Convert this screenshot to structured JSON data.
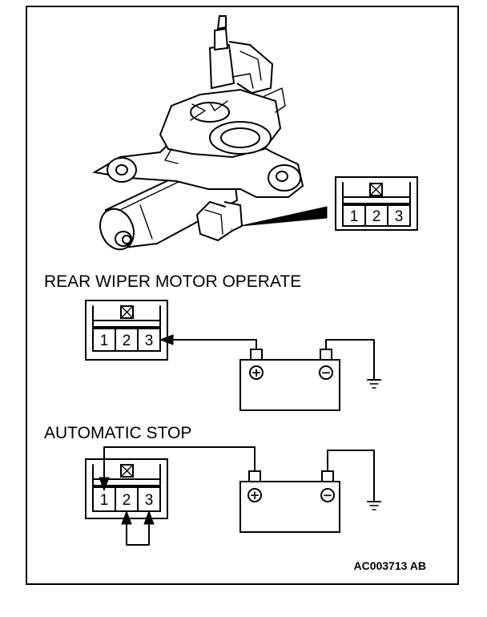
{
  "figure": {
    "figure_code": "AC003713 AB"
  },
  "connector": {
    "pins": [
      "1",
      "2",
      "3"
    ]
  },
  "sections": [
    {
      "id": "operate",
      "title": "REAR WIPER MOTOR OPERATE"
    },
    {
      "id": "auto_stop",
      "title": "AUTOMATIC STOP"
    }
  ],
  "battery": {
    "positive_symbol": "+",
    "negative_symbol": "−"
  },
  "colors": {
    "ink": "#000000",
    "paper": "#ffffff"
  },
  "icons": [
    "wiper-motor-illustration",
    "connector-icon",
    "battery-icon",
    "ground-icon",
    "arrow-icon"
  ]
}
